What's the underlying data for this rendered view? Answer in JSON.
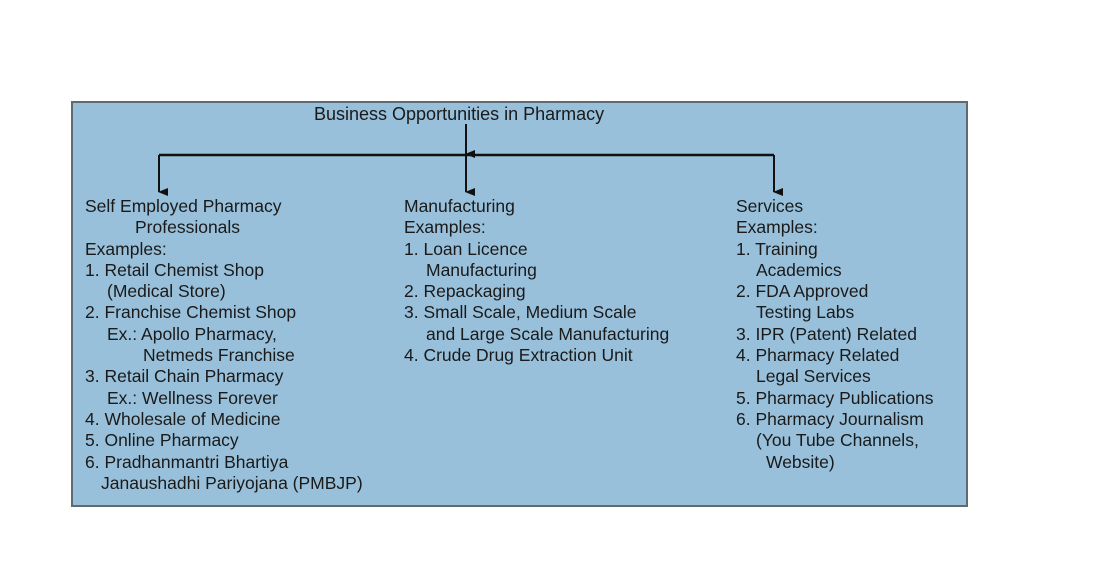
{
  "diagram": {
    "title": "Business Opportunities in Pharmacy",
    "colors": {
      "panel": "#98c0da",
      "border": "#5f6a74",
      "arrow": "#111111"
    },
    "branches": {
      "self_employed": {
        "heading_line1": "Self Employed Pharmacy",
        "heading_line2": "Professionals",
        "examples_label": "Examples:",
        "items": [
          "1. Retail Chemist Shop",
          "(Medical Store)",
          "2. Franchise Chemist Shop",
          "Ex.: Apollo Pharmacy,",
          "Netmeds Franchise",
          "3. Retail Chain Pharmacy",
          "Ex.: Wellness Forever",
          "4. Wholesale of Medicine",
          "5. Online Pharmacy",
          "6. Pradhanmantri Bhartiya",
          "Janaushadhi Pariyojana (PMBJP)"
        ]
      },
      "manufacturing": {
        "heading": "Manufacturing",
        "examples_label": "Examples:",
        "items": [
          "1. Loan Licence",
          "Manufacturing",
          "2. Repackaging",
          "3. Small Scale, Medium Scale",
          "and Large Scale Manufacturing",
          "4. Crude Drug Extraction Unit"
        ]
      },
      "services": {
        "heading": "Services",
        "examples_label": "Examples:",
        "items": [
          "1. Training",
          "Academics",
          "2. FDA Approved",
          "Testing Labs",
          "3. IPR (Patent) Related",
          "4. Pharmacy Related",
          "Legal Services",
          "5. Pharmacy Publications",
          "6. Pharmacy Journalism",
          "(You Tube Channels,",
          "Website)"
        ]
      }
    }
  }
}
